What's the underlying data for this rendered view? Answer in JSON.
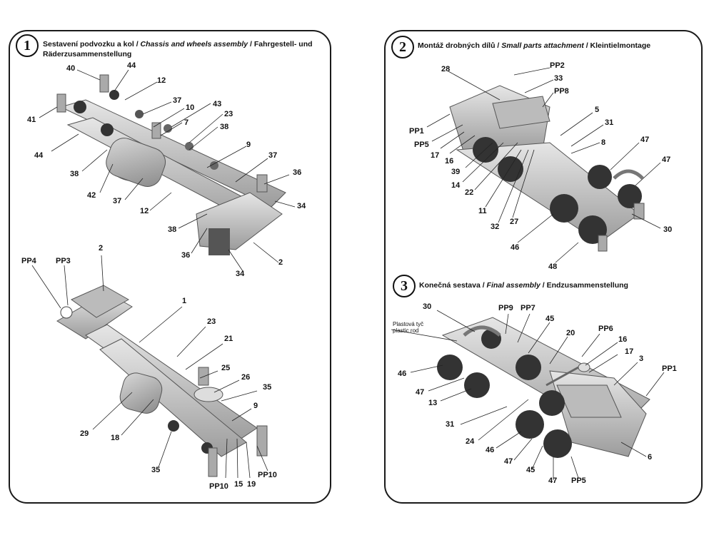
{
  "steps": [
    {
      "number": "1",
      "title_cz": "Sestavení podvozku a kol / ",
      "title_en": "Chassis and wheels assembly",
      "title_de": " / Fahrgestell- und Räderzusammenstellung"
    },
    {
      "number": "2",
      "title_cz": "Montáž drobných dílů / ",
      "title_en": "Small parts attachment",
      "title_de": " / Kleintielmontage"
    },
    {
      "number": "3",
      "title_cz": "Konečná sestava / ",
      "title_en": "Final assembly",
      "title_de": " / Endzusammenstellung"
    }
  ],
  "labels_step1_top": [
    "40",
    "44",
    "12",
    "41",
    "37",
    "43",
    "10",
    "7",
    "23",
    "38",
    "44",
    "38",
    "9",
    "42",
    "37",
    "36",
    "37",
    "12",
    "34",
    "38",
    "36",
    "34",
    "2"
  ],
  "labels_step1_bottom": [
    "2",
    "PP4",
    "PP3",
    "1",
    "23",
    "21",
    "25",
    "26",
    "35",
    "9",
    "29",
    "18",
    "35",
    "PP10",
    "15",
    "19",
    "PP10"
  ],
  "labels_step2": [
    "28",
    "PP2",
    "33",
    "PP8",
    "PP1",
    "PP5",
    "5",
    "31",
    "16",
    "17",
    "39",
    "8",
    "47",
    "14",
    "22",
    "47",
    "11",
    "32",
    "27",
    "46",
    "30",
    "48"
  ],
  "labels_step3": [
    "30",
    "PP9",
    "PP7",
    "45",
    "20",
    "PP6",
    "16",
    "17",
    "3",
    "PP1",
    "46",
    "47",
    "13",
    "31",
    "24",
    "46",
    "47",
    "45",
    "6",
    "47",
    "PP5"
  ],
  "step3_note": {
    "line1": "Plastová tyč",
    "line2": "plastic rod"
  }
}
